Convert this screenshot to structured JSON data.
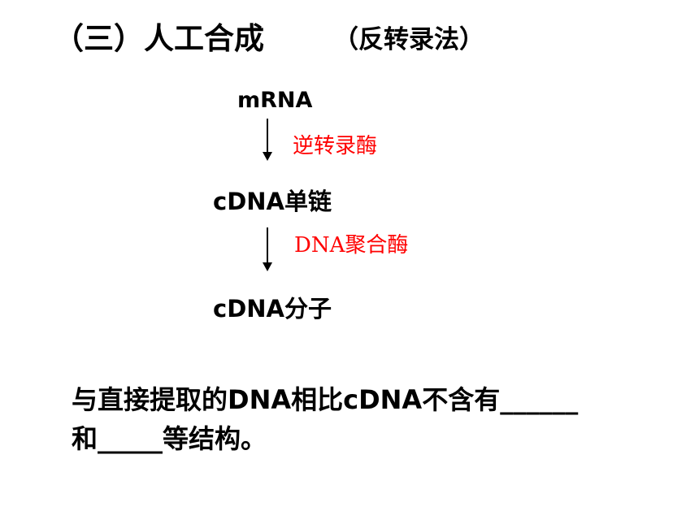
{
  "slide": {
    "title": "（三）人工合成",
    "subtitle": "（反转录法）",
    "flow": {
      "start": "mRNA",
      "step1_enzyme": "逆转录酶",
      "intermediate": "cDNA单链",
      "step2_enzyme": "DNA聚合酶",
      "product": "cDNA分子"
    },
    "question": {
      "line1": "与直接提取的DNA相比cDNA不含有______",
      "line2": "和_____等结构。"
    },
    "colors": {
      "text": "#000000",
      "enzyme": "#ff0000",
      "background": "#ffffff"
    }
  }
}
